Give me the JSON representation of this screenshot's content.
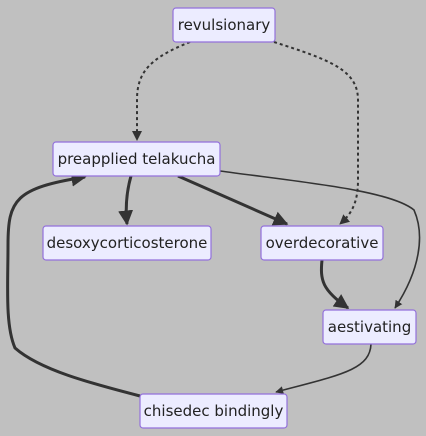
{
  "diagram": {
    "nodes": [
      {
        "id": "n1",
        "label": "revulsionary"
      },
      {
        "id": "n2",
        "label": "preapplied telakucha"
      },
      {
        "id": "n3",
        "label": "desoxycorticosterone"
      },
      {
        "id": "n4",
        "label": "overdecorative"
      },
      {
        "id": "n5",
        "label": "aestivating"
      },
      {
        "id": "n6",
        "label": "chisedec bindingly"
      }
    ],
    "edges": [
      {
        "from": "n1",
        "to": "n2",
        "style": "dotted"
      },
      {
        "from": "n1",
        "to": "n4",
        "style": "dotted"
      },
      {
        "from": "n2",
        "to": "n3",
        "style": "thick"
      },
      {
        "from": "n2",
        "to": "n4",
        "style": "thick"
      },
      {
        "from": "n2",
        "to": "n5",
        "style": "normal"
      },
      {
        "from": "n4",
        "to": "n5",
        "style": "thick"
      },
      {
        "from": "n5",
        "to": "n6",
        "style": "normal"
      },
      {
        "from": "n6",
        "to": "n2",
        "style": "thick"
      }
    ],
    "colors": {
      "background": "#c0c0c0",
      "node_fill": "#ececff",
      "node_border": "#9370db",
      "edge": "#333333",
      "text": "#222222"
    }
  }
}
